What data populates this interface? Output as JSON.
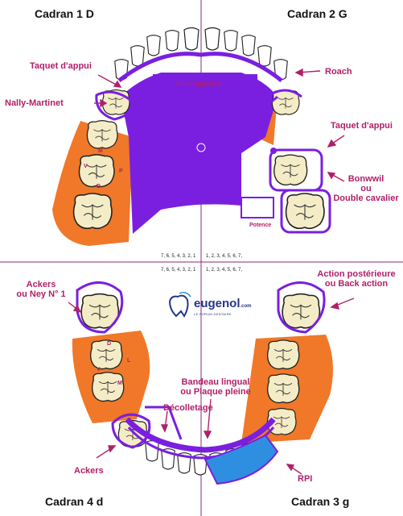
{
  "quadrants": {
    "q1": "Cadran 1  D",
    "q2": "Cadran 2 G",
    "q3": "Cadran 3  g",
    "q4": "Cadran 4  d"
  },
  "labels": {
    "taquet_left": "Taquet d'appui",
    "nally": "Nally-Martinet",
    "fil": "Fil cingulaire",
    "roach": "Roach",
    "taquet_right": "Taquet d'appui",
    "bonwwil": [
      "Bonwwil",
      "ou",
      "Double cavalier"
    ],
    "potence": "Potence",
    "ackers_ney": [
      "Ackers",
      "ou Ney N° 1"
    ],
    "action": [
      "Action postérieure",
      "ou Back action"
    ],
    "bandeau": [
      "Bandeau lingual",
      "ou Plaque pleine"
    ],
    "decolletage": "Décolletage",
    "ackers_bottom": "Ackers",
    "rpi": "RPI"
  },
  "tooth_letters": {
    "upper": [
      "M",
      "V",
      "P",
      "D"
    ],
    "lower": [
      "D",
      "L",
      "V",
      "M"
    ]
  },
  "numbering": {
    "upper_left": "7, 6, 5, 4, 3, 2, 1",
    "upper_right": "1, 2, 3, 4, 5, 6, 7,",
    "lower_left": "7, 6, 5, 4, 3, 2, 1",
    "lower_right": "1, 2, 3, 4, 5, 6, 7,"
  },
  "logo": {
    "name": "eugenol",
    "suffix": ".com",
    "tagline": "LE FORUM DENTAIRE"
  },
  "colors": {
    "violet": "#7a1fe0",
    "orange": "#f07828",
    "tooth": "#f4ecc6",
    "pink": "#b0206a",
    "blue": "#2e8fe0"
  }
}
